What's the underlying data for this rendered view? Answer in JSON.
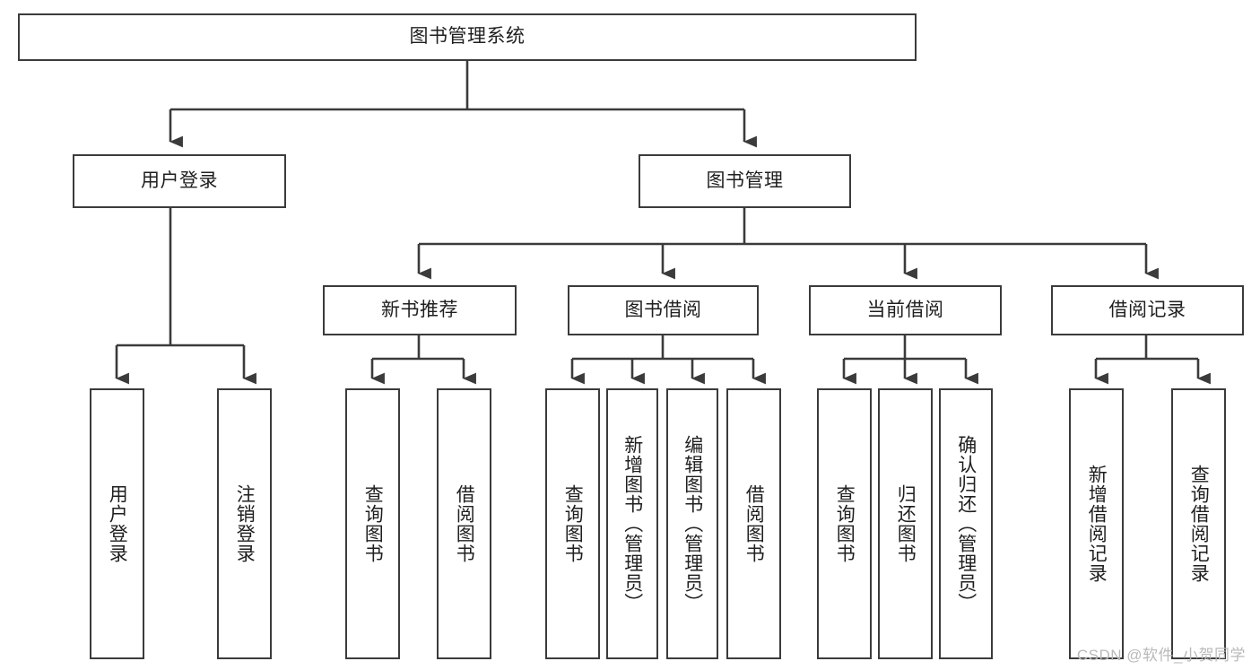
{
  "diagram": {
    "title": "图书管理系统",
    "type": "tree",
    "root": {
      "label": "图书管理系统"
    },
    "level1": [
      {
        "label": "用户登录"
      },
      {
        "label": "图书管理"
      }
    ],
    "level2": [
      {
        "label": "新书推荐"
      },
      {
        "label": "图书借阅"
      },
      {
        "label": "当前借阅"
      },
      {
        "label": "借阅记录"
      }
    ],
    "leaves": {
      "user_login": [
        {
          "label": "用户登录"
        },
        {
          "label": "注销登录"
        }
      ],
      "new_book_recommend": [
        {
          "label": "查询图书"
        },
        {
          "label": "借阅图书"
        }
      ],
      "book_borrow": [
        {
          "label": "查询图书"
        },
        {
          "label": "新增图书（管理员）"
        },
        {
          "label": "编辑图书（管理员）"
        },
        {
          "label": "借阅图书"
        }
      ],
      "current_borrow": [
        {
          "label": "查询图书"
        },
        {
          "label": "归还图书"
        },
        {
          "label": "确认归还（管理员）"
        }
      ],
      "borrow_record": [
        {
          "label": "新增借阅记录"
        },
        {
          "label": "查询借阅记录"
        }
      ]
    }
  },
  "watermark": {
    "text": "CSDN @软件_小贺同学"
  },
  "colors": {
    "border": "#3b3b3b",
    "text": "#1f1f1f",
    "background": "#ffffff",
    "watermark": "#b9b9b9"
  }
}
